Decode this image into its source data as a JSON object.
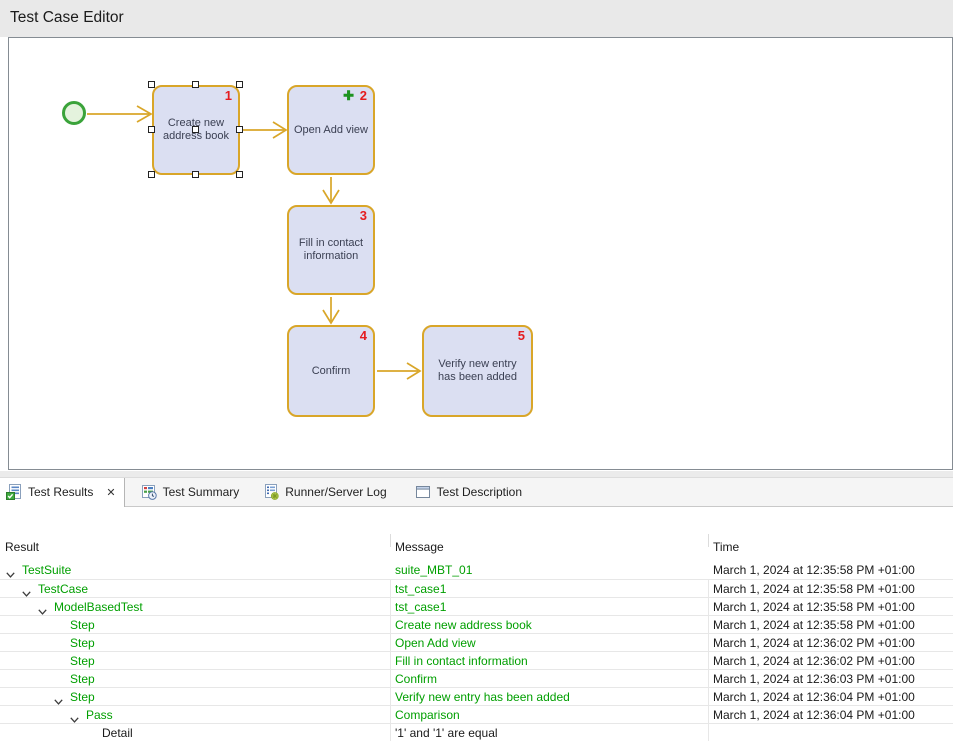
{
  "window": {
    "title": "Test Case Editor"
  },
  "diagram": {
    "plus_sign": "✚",
    "nodes": [
      {
        "label": "Create new address book",
        "number": "1",
        "selected": true
      },
      {
        "label": "Open Add view",
        "number": "2",
        "has_plus": true
      },
      {
        "label": "Fill in contact information",
        "number": "3"
      },
      {
        "label": "Confirm",
        "number": "4"
      },
      {
        "label": "Verify new entry has been added",
        "number": "5"
      }
    ]
  },
  "tabs": {
    "close_glyph": "✕",
    "items": [
      {
        "label": "Test Results",
        "active": true,
        "closable": true,
        "icon": "test-results-icon"
      },
      {
        "label": "Test Summary",
        "icon": "test-summary-icon"
      },
      {
        "label": "Runner/Server Log",
        "icon": "runner-server-log-icon"
      },
      {
        "label": "Test Description",
        "icon": "test-description-icon"
      }
    ]
  },
  "results": {
    "columns": [
      "Result",
      "Message",
      "Time"
    ],
    "rows": [
      {
        "level": 0,
        "expanded": true,
        "result": "TestSuite",
        "message": "suite_MBT_01",
        "time": "March 1, 2024 at 12:35:58 PM +01:00",
        "tone": "green"
      },
      {
        "level": 1,
        "expanded": true,
        "result": "TestCase",
        "message": "tst_case1",
        "time": "March 1, 2024 at 12:35:58 PM +01:00",
        "tone": "green"
      },
      {
        "level": 2,
        "expanded": true,
        "result": "ModelBasedTest",
        "message": "tst_case1",
        "time": "March 1, 2024 at 12:35:58 PM +01:00",
        "tone": "green"
      },
      {
        "level": 3,
        "expanded": false,
        "result": "Step",
        "message": "Create new address book",
        "time": "March 1, 2024 at 12:35:58 PM +01:00",
        "tone": "green"
      },
      {
        "level": 3,
        "expanded": false,
        "result": "Step",
        "message": "Open Add view",
        "time": "March 1, 2024 at 12:36:02 PM +01:00",
        "tone": "green"
      },
      {
        "level": 3,
        "expanded": false,
        "result": "Step",
        "message": "Fill in contact information",
        "time": "March 1, 2024 at 12:36:02 PM +01:00",
        "tone": "green"
      },
      {
        "level": 3,
        "expanded": false,
        "result": "Step",
        "message": "Confirm",
        "time": "March 1, 2024 at 12:36:03 PM +01:00",
        "tone": "green"
      },
      {
        "level": 3,
        "expanded": true,
        "result": "Step",
        "message": "Verify new entry has been added",
        "time": "March 1, 2024 at 12:36:04 PM +01:00",
        "tone": "green"
      },
      {
        "level": 4,
        "expanded": true,
        "result": "Pass",
        "message": "Comparison",
        "time": "March 1, 2024 at 12:36:04 PM +01:00",
        "tone": "green"
      },
      {
        "level": 5,
        "expanded": false,
        "result": "Detail",
        "message": "'1' and '1' are equal",
        "time": "",
        "tone": "black"
      }
    ]
  },
  "colors": {
    "result_green": "#009f00",
    "text_black": "#1a1a1a",
    "node_fill": "#dbdff2",
    "node_border": "#d9a629",
    "arrow": "#d9a629",
    "number_red": "#e51c20",
    "plus_green": "#1d9320",
    "start_fill": "#e4f3dd",
    "start_border": "#3aa33a"
  }
}
